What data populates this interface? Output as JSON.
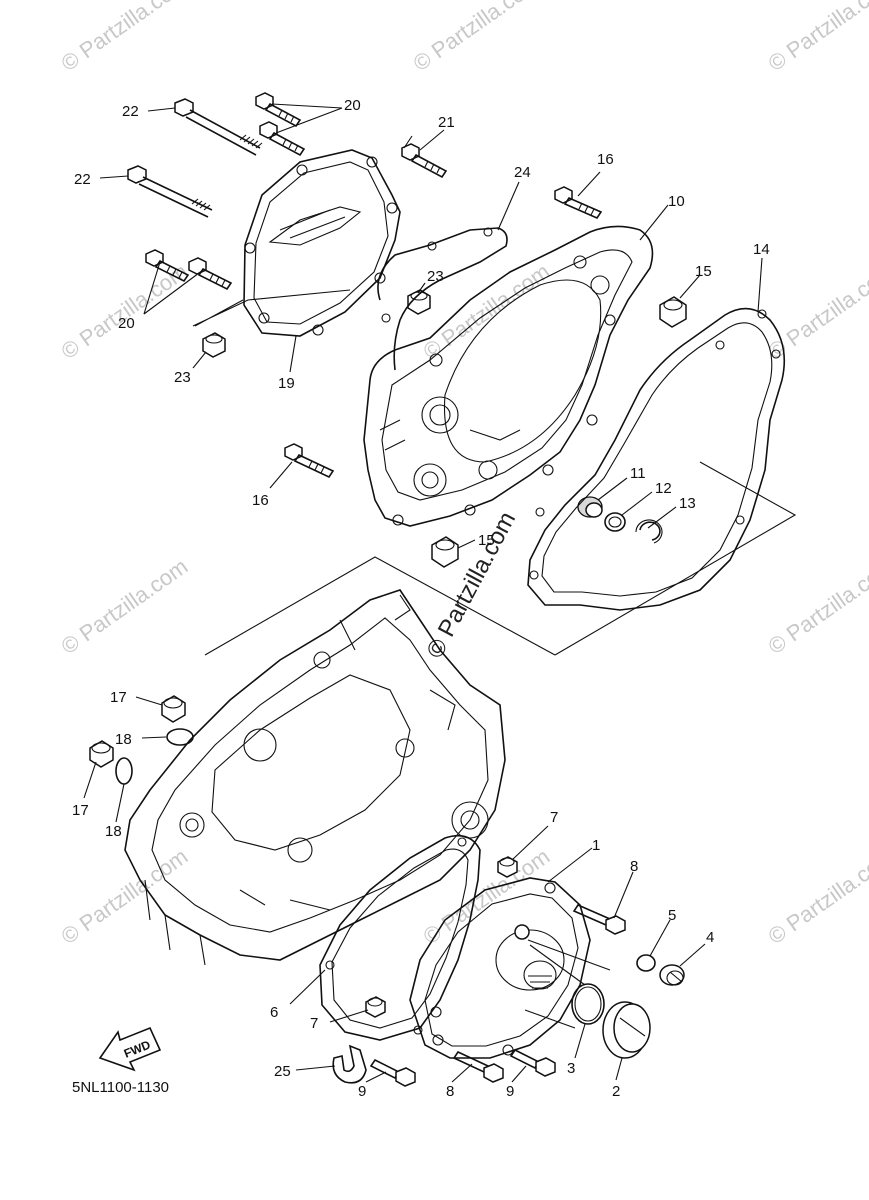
{
  "watermark": {
    "text": "© Partzilla.com",
    "center_text": "© Partzilla.com"
  },
  "reference_code": "5NL1100-1130",
  "fwd_label": "FWD",
  "callouts": {
    "c1": "1",
    "c2": "2",
    "c3": "3",
    "c4": "4",
    "c5": "5",
    "c6": "6",
    "c7a": "7",
    "c7b": "7",
    "c8a": "8",
    "c8b": "8",
    "c9a": "9",
    "c9b": "9",
    "c10": "10",
    "c11": "11",
    "c12": "12",
    "c13": "13",
    "c14": "14",
    "c15a": "15",
    "c15b": "15",
    "c16a": "16",
    "c16b": "16",
    "c17a": "17",
    "c17b": "17",
    "c18a": "18",
    "c18b": "18",
    "c19": "19",
    "c20a": "20",
    "c20b": "20",
    "c21": "21",
    "c22a": "22",
    "c22b": "22",
    "c23a": "23",
    "c23b": "23",
    "c24": "24",
    "c25": "25"
  }
}
